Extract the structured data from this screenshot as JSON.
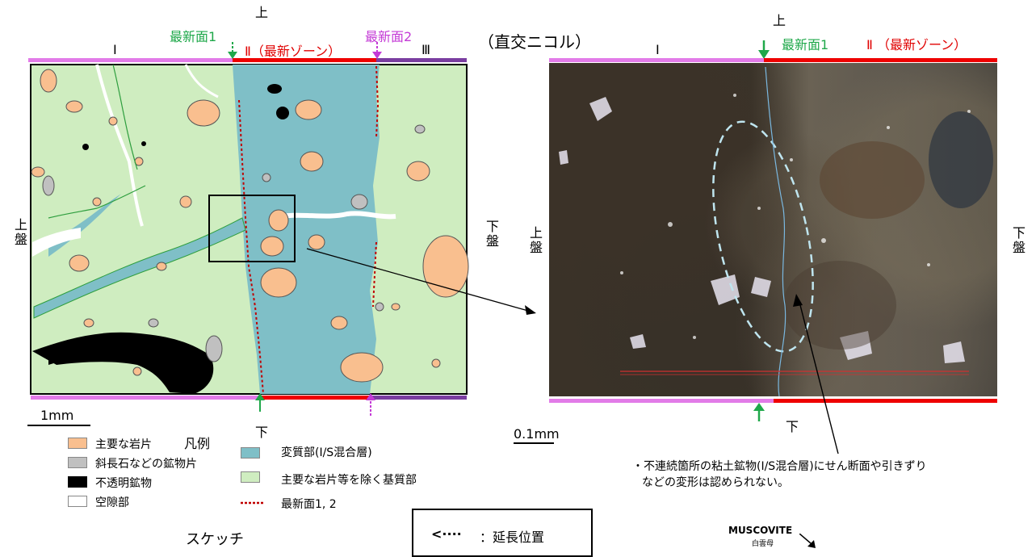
{
  "sketch": {
    "top_label": "上",
    "bottom_label": "下",
    "left_label": "上盤",
    "right_label": "下盤",
    "zone1": "Ⅰ",
    "zone2": "Ⅱ（最新ゾーン）",
    "zone3": "Ⅲ",
    "surface1": "最新面1",
    "surface2": "最新面2",
    "scale": "1mm",
    "caption": "スケッチ"
  },
  "photo": {
    "title": "（直交ニコル）",
    "top_label": "上",
    "bottom_label": "下",
    "left_label": "上盤",
    "right_label": "下盤",
    "zone1": "Ⅰ",
    "surface1": "最新面1",
    "zone2": "Ⅱ （最新ゾーン）",
    "scale": "0.1mm"
  },
  "legend": {
    "title": "凡例",
    "items": [
      {
        "label": "主要な岩片",
        "color": "#f9bf8f"
      },
      {
        "label": "斜長石などの鉱物片",
        "color": "#c0c0c0"
      },
      {
        "label": "不透明鉱物",
        "color": "#000000"
      },
      {
        "label": "空隙部",
        "color": "#ffffff"
      },
      {
        "label": "変質部(I/S混合層)",
        "color": "#7fbfc7"
      },
      {
        "label": "主要な岩片等を除く基質部",
        "color": "#cfedc0"
      },
      {
        "label": "最新面1, 2",
        "color": "#c00000"
      }
    ]
  },
  "extension_box": {
    "arrow": "<····",
    "label": "：延長位置"
  },
  "note": {
    "line1": "・不連続箇所の粘土鉱物(I/S混合層)にせん断面や引きずり",
    "line2": "などの変形は認められない。"
  },
  "mineral": {
    "label_en": "MUSCOVITE",
    "label_jp": "白雲母"
  },
  "colors": {
    "zone1_bar": "#e27be8",
    "zone2_bar": "#ee0000",
    "zone3_bar": "#7a3da0",
    "altered": "#7fbfc7",
    "matrix": "#cfedc0",
    "clast": "#f9bf8f",
    "mineral": "#c0c0c0",
    "green_arrow": "#1fa84a",
    "magenta_arrow": "#c43bd6"
  }
}
